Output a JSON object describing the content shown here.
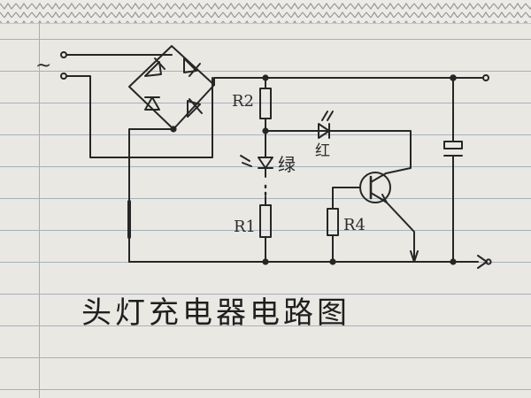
{
  "diagram": {
    "title": "头灯充电器电路图",
    "labels": {
      "ac_symbol": "~",
      "r2": "R2",
      "r1": "R1",
      "r4": "R4",
      "led_red": "红",
      "led_green": "绿"
    }
  },
  "colors": {
    "ink": "#262626",
    "paper": "#e9e8e3",
    "rule": "#a9b0bd"
  }
}
